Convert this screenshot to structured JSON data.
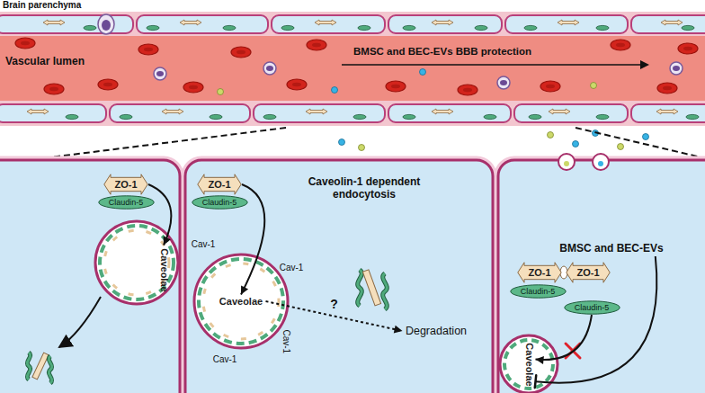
{
  "diagram": {
    "nodes": [
      {
        "text": [
          "ZO-1"
        ]
      },
      {
        "text": [
          "Claudin-5"
        ]
      },
      {
        "text": [
          "Caveolae"
        ]
      },
      {
        "text": [
          "ZO-1"
        ]
      },
      {
        "text": [
          "Claudin-5"
        ]
      },
      {
        "text": [
          "Caveolae"
        ]
      },
      {
        "text": [
          "Degradation"
        ]
      },
      {
        "text": [
          "ZO-1"
        ]
      },
      {
        "text": [
          "ZO-1"
        ]
      },
      {
        "text": [
          "Claudin-5"
        ]
      },
      {
        "text": [
          "Claudin-5"
        ]
      },
      {
        "text": [
          "BMSC and BEC-EVs"
        ]
      },
      {
        "text": [
          "Caveolae"
        ]
      }
    ],
    "edges": [
      {
        "from": 0,
        "to": 2,
        "arrow": "to"
      },
      {
        "from": 3,
        "to": 5,
        "arrow": "to"
      },
      {
        "from": 5,
        "to": 6,
        "label": "?",
        "arrow": "to"
      },
      {
        "from": 10,
        "to": 12,
        "arrow": "to"
      },
      {
        "from": 11,
        "to": 12,
        "arrow": "to"
      }
    ],
    "labels": [
      "Brain parenchyma",
      "Vascular lumen",
      "BMSC and BEC-EVs BBB protection",
      "Caveolin-1 dependent endocytosis",
      "Cav-1",
      "Cav-1",
      "Cav-1",
      "Cav-1"
    ]
  }
}
